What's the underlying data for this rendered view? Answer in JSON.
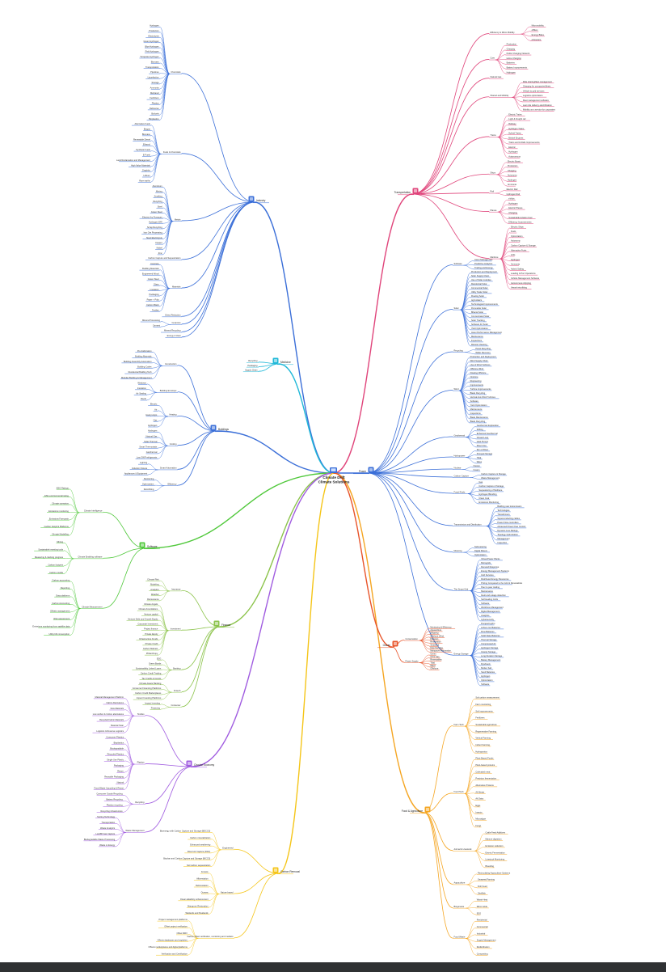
{
  "center": {
    "line1": "Climate Drift",
    "line2": "Climate Solutions"
  },
  "colors": {
    "transportation": "#e0457b",
    "power": "#3b6fd8",
    "industry": "#3b6fd8",
    "buildings": "#3b6fd8",
    "food": "#f5a623",
    "ocean": "#e8542a",
    "software": "#4fc83a",
    "finance": "#8bc34a",
    "medicine": "#20b8d8",
    "circular": "#a05ce0",
    "carbon": "#f5c518",
    "center_icon": "#3b6fd8"
  },
  "branches": [
    {
      "id": "transportation",
      "label": "Transportation",
      "color": "#e0457b",
      "icon": "car-icon",
      "groups": [
        {
          "label": "Efficiency & Micro Mobility",
          "items": [
            "Micromobility",
            "eBikes",
            "Energy Bikes",
            "eScooters"
          ]
        },
        {
          "label": "Cars",
          "items": [
            "Production",
            "Charging",
            "Public Charging Network",
            "Home Charging",
            "Batteries",
            "Battery Improvements",
            "Hydrogen"
          ]
        },
        {
          "label": "Natural Gas",
          "items": []
        },
        {
          "label": "Shared and Mobility",
          "items": [
            "Ride sharing/fleet management",
            "Charging for companies/fleets",
            "Vehicle to grid services",
            "Logistics optimization",
            "Fleet management software",
            "Last mile delivery electrification",
            "Mobility as a service for corporates"
          ]
        },
        {
          "label": "Trains",
          "items": [
            "Electric Trains",
            "Light & Freight rail",
            "Railway",
            "Hydrogen Trains",
            "Hybrid Trains",
            "Biofuel Engines",
            "Trains and & Rails Improvements",
            "Electric",
            "Hydrogen",
            "Autonomous"
          ]
        },
        {
          "label": "Ships",
          "items": [
            "Electric Boats",
            "Production",
            "Charging",
            "Autonomy",
            "Hydrogen",
            "Ammonia"
          ]
        },
        {
          "label": "Rail",
          "items": [
            "Electric Rail",
            "Hydrogen Rail"
          ]
        },
        {
          "label": "Planes",
          "items": [
            "eVtols",
            "Hydrogen",
            "Electric Planes",
            "Charging",
            "Sustainable Aviation Fuel",
            "Efficiency Improvements"
          ]
        },
        {
          "label": "Maritime",
          "items": [
            "Electric Ships",
            "Fuels",
            "Optimization",
            "Autonomy",
            "Carbon Capture & Storage",
            "Alternative Fuels",
            "LNG",
            "Hydrogen",
            "Ammonia",
            "Hybrid Sailing",
            "Loading & Port Operations",
            "Vehicle Management Software",
            "Autonomous shipping",
            "Vessel retrofitting"
          ]
        }
      ]
    },
    {
      "id": "power",
      "label": "Power",
      "color": "#3b6fd8",
      "icon": "bolt-icon",
      "groups": [
        {
          "label": "Software",
          "items": [
            "Asset Management",
            "Predictive Analytics",
            "Trading and Energy"
          ]
        },
        {
          "label": "Solar",
          "items": [
            "Production and Deployment",
            "Solar Supply Chain",
            "Use of Solar modules",
            "Residential Solar",
            "Commercial Solar",
            "Utility Scale Solar",
            "Floating Solar",
            "Agrivoltaics",
            "Technological Improvements",
            "Perovskite Solar",
            "Bifacial Solar",
            "Concentrated Solar",
            "Solar Tracking",
            "Software for Solar",
            "Yield Optimization",
            "Asset Performance Management",
            "Maintenance",
            "Inspections",
            "Robotic Cleaning"
          ]
        },
        {
          "label": "Recycling",
          "items": [
            "Panel Recycling",
            "Wafer Recovery"
          ]
        },
        {
          "label": "Wind",
          "items": [
            "Production and Deployment",
            "Wind Supply Chain",
            "Use of Wind Turbines",
            "Offshore Wind",
            "Floating Offshore",
            "Onshore",
            "Repowering",
            "Improvements",
            "Turbine Improvements",
            "Blade Recycling",
            "Vertical Axis Wind Turbines",
            "Software",
            "Yield Optimization",
            "Maintenance",
            "Inspections",
            "Blade Maintenance",
            "Blade Recycling"
          ]
        },
        {
          "label": "Geothermal",
          "items": [
            "Geothermal Exploration",
            "Drilling",
            "Enhanced Geothermal",
            "Closed Loop",
            "Heat Pumps",
            "Direct Use"
          ]
        },
        {
          "label": "Hydropower",
          "items": [
            "Run of River",
            "Pumped Storage",
            "Tidal",
            "Wave"
          ]
        },
        {
          "label": "Nuclear",
          "items": [
            "Fission",
            "Fusion"
          ]
        },
        {
          "label": "Carbon Capture",
          "items": [
            "Carbon Capture & Storage",
            "Waste Management"
          ]
        },
        {
          "label": "Fossil Fuels",
          "items": [
            "Gas",
            "Carbon Capture & Storage",
            "Sequestering of Methane",
            "Hydrogen Blending",
            "Clean Coal",
            "Emissions Monitoring"
          ]
        },
        {
          "label": "Transmission and Distribution",
          "items": [
            "Building new transmission",
            "Technologies",
            "Transformers",
            "Superconducting cables",
            "Power Flow controllers",
            "Advanced Power Flow Control",
            "Dynamic Line Ratings",
            "Topology Optimization",
            "Management",
            "Inspection"
          ]
        },
        {
          "label": "Metering",
          "items": [
            "Submetering",
            "Digital Meters",
            "Optimization"
          ]
        },
        {
          "label": "The Smart Grid",
          "items": [
            "Virtual Power Plants",
            "Microgrids",
            "Demand Response",
            "Energy Management Systems",
            "Grid Services",
            "Distributed Energy Resources",
            "Pricing Compared to the Grid & Renewables",
            "Peer to peer trading",
            "Maintenance",
            "Fault and outage detection",
            "Self Healing Grids",
            "Software",
            "Workforce Management",
            "Digital Management",
            "Analytics",
            "Cybersecurity"
          ]
        },
        {
          "label": "Energy Storage",
          "items": [
            "Pumped Hydro",
            "Lithium Ion Batteries",
            "Flow Batteries",
            "Solid State Batteries",
            "Thermal Storage",
            "Compressed Air",
            "Hydrogen Storage",
            "Gravity Storage",
            "Long Duration Storage",
            "Battery Management",
            "Flywheels",
            "Molten Salt",
            "Sand Batteries",
            "Hydrogen",
            "Optimization",
            "Software"
          ]
        }
      ]
    },
    {
      "id": "industry",
      "label": "Industry",
      "color": "#3b6fd8",
      "icon": "factory-icon",
      "groups": [
        {
          "label": "Chemicals",
          "items": [
            "Hydrogen",
            "Production",
            "Electrolysis",
            "Green Hydrogen",
            "Blue Hydrogen",
            "Pink Hydrogen",
            "Turquoise Hydrogen",
            "Biomass",
            "Transportation",
            "Pipelines",
            "Liquefaction",
            "Storage",
            "Ammonia",
            "Methanol",
            "Fertilizers",
            "Plastics",
            "Refineries",
            "Biofuels",
            "Bioplastics"
          ]
        },
        {
          "label": "Fuels & Chemicals",
          "items": [
            "Alternative Fuels",
            "Biogas",
            "Biomass",
            "Renewable Diesel",
            "Ethanol",
            "Synthetic Fuels",
            "E-Fuels",
            "Land Reclamation and Management",
            "High Value Materials",
            "Graphite",
            "Lithium",
            "Rare earths"
          ]
        },
        {
          "label": "Metals",
          "items": [
            "Aluminium",
            "Mining",
            "Smelting",
            "Recycling",
            "Steel",
            "Green Steel",
            "Electric Arc Furnaces",
            "Hydrogen DRI",
            "Scrap Recycling",
            "Iron Ore Processing",
            "Steel Electrolysis",
            "Copper",
            "Nickel",
            "Zinc"
          ]
        },
        {
          "label": "Carbon Capture and Sequestration",
          "items": []
        },
        {
          "label": "Materials",
          "items": [
            "Concrete",
            "Building Materials",
            "Engineered Wood",
            "Green Steel",
            "Glass",
            "Insulation",
            "Packaging",
            "Paper + Pulp",
            "Carbon Black",
            "Textiles"
          ]
        },
        {
          "label": "Direct Reduction",
          "items": []
        },
        {
          "label": "Ceramics",
          "items": [
            "Mineral Processing",
            "Cement"
          ]
        },
        {
          "label": "Mineral Recycling",
          "items": []
        },
        {
          "label": "Energy & Heat",
          "items": []
        }
      ]
    },
    {
      "id": "medicine",
      "label": "Medicine",
      "color": "#20b8d8",
      "icon": "medicine-icon",
      "groups": [
        {
          "label": "Recycling",
          "items": []
        },
        {
          "label": "Packaging",
          "items": []
        },
        {
          "label": "Supply Chain",
          "items": []
        }
      ]
    },
    {
      "id": "buildings",
      "label": "Buildings",
      "color": "#3b6fd8",
      "icon": "building-icon",
      "groups": [
        {
          "label": "Construction",
          "items": [
            "Pre-Fabrication",
            "Building Materials",
            "Building Assembly Automation",
            "Building Codes",
            "Residential Building Tech",
            "Modular Building & Management"
          ]
        },
        {
          "label": "Building Envelope",
          "items": [
            "Windows",
            "Insulation",
            "Air Sealing",
            "Roofs"
          ]
        },
        {
          "label": "Heating",
          "items": [
            "Electric",
            "Air",
            "Heat pumps",
            "Gas",
            "Hydrogen"
          ]
        },
        {
          "label": "Cooling",
          "items": [
            "Hydrogen",
            "Natural Gas",
            "Solar Thermal",
            "Smart Thermostats",
            "Geothermal",
            "Low GWP refrigerants"
          ]
        },
        {
          "label": "Smart Automation",
          "items": [
            "Lighting",
            "Induction Stoves",
            "Appliances & Equipment"
          ]
        },
        {
          "label": "Efficiency",
          "items": [
            "Monitoring",
            "Optimization",
            "Retrofitting"
          ]
        }
      ]
    },
    {
      "id": "software",
      "label": "Software",
      "color": "#4fc83a",
      "icon": "laptop-icon",
      "groups": [
        {
          "label": "Climate Intelligence",
          "items": [
            "ESG Ratings",
            "ESG environmental rating",
            "Climate scenarios",
            "Emissions monitoring",
            "Emissions Forecasts",
            "Carbon footprint Platforms",
            "Climate Modelling"
          ]
        },
        {
          "label": "Climate Enabling software",
          "items": [
            "Mining",
            "Sustainable investing tools",
            "Measuring & tracking progress",
            "Carbon footprint",
            "Carbon credits"
          ]
        },
        {
          "label": "Climate Measurement",
          "items": [
            "Carbon accounting",
            "Reporting",
            "Data platforms",
            "Carbon Accounting",
            "Offsets management",
            "Risk assessment",
            "Emissions monitoring from satellite data",
            "Utility bill consumption"
          ]
        }
      ]
    },
    {
      "id": "finance",
      "label": "Finance",
      "color": "#8bc34a",
      "icon": "finance-icon",
      "groups": [
        {
          "label": "Insurance",
          "items": [
            "Climate Risk",
            "Modeling",
            "Analytics",
            "Weather",
            "Reinsurance"
          ]
        },
        {
          "label": "Investment",
          "items": [
            "Climate Angels",
            "Climate Foundations",
            "Venture capital",
            "Venture Debt and Growth Equity",
            "Corporate Investment",
            "Project finance",
            "Private Equity",
            "Infrastructure Funds",
            "Private Credit",
            "Carbon Markets",
            "Philanthropy"
          ]
        },
        {
          "label": "Banking",
          "items": [
            "ESG",
            "Green Bonds",
            "Sustainability Linked Loans",
            "Carbon Credit Trading",
            "Tax Credits & Grants"
          ]
        },
        {
          "label": "Fintech",
          "items": [
            "Climate-Aware Banking",
            "Consumer Financing Platforms",
            "Carbon Credit Marketplaces",
            "Impact Investing Platforms"
          ]
        },
        {
          "label": "Consumer",
          "items": [
            "Impact Investing",
            "Financing"
          ]
        }
      ]
    },
    {
      "id": "circular",
      "label": "Circular Economy",
      "color": "#a05ce0",
      "icon": "recycle-icon",
      "groups": [
        {
          "label": "Textiles",
          "items": [
            "Material Management Platform",
            "Fabric Alternatives",
            "New Materials",
            "Low carbon & Cotton alternatives",
            "Recycled Fabric Materials",
            "Material Scan",
            "Logistics & Reverse Logistics"
          ]
        },
        {
          "label": "Plastics",
          "items": [
            "Consumer Plastics",
            "Bioplastics",
            "Biodegradable",
            "Recycled Plastics",
            "Single Use Plastic",
            "Packaging",
            "Return",
            "Reusable Packaging",
            "Natural",
            "Food Waste Upcycling & Reuse"
          ]
        },
        {
          "label": "Recycling",
          "items": [
            "Consumer Goods Recycling",
            "Battery Recycling",
            "Plastics recycling",
            "Recycling infrastructure"
          ]
        },
        {
          "label": "Waste Management",
          "items": [
            "Sorting Technology",
            "Transportation",
            "Waste Analytics",
            "Landfill Gas Capture",
            "Biodegradable Waste Processing",
            "Waste to Energy"
          ]
        }
      ]
    },
    {
      "id": "carbon",
      "label": "Carbon Removal",
      "color": "#f5c518",
      "icon": "carbon-icon",
      "groups": [
        {
          "label": "Engineered",
          "items": [
            "Bioenergy with Carbon Capture and Storage (BECCS)",
            "Carbon mineralization",
            "Enhanced weathering",
            "Direct Air Capture (DAC)",
            "Biochar and Carbon Capture and Storage (BiCCS)",
            "Soil carbon sequestration"
          ]
        },
        {
          "label": "Nature based",
          "items": [
            "Forests",
            "Afforestation",
            "Reforestation",
            "Oceans",
            "Ocean alkalinity enhancement",
            "Mangrove Restoration",
            "Wetlands and Peatlands"
          ]
        },
        {
          "label": "Carbon offset verification, monitoring and markets",
          "items": [
            "Project management platforms",
            "Offset project verification",
            "Offset MRV",
            "Offsets databases and registries",
            "Offsets marketplaces and digital platforms",
            "Verification and Certification"
          ]
        }
      ]
    },
    {
      "id": "food",
      "label": "Food & Agriculture",
      "color": "#f5a623",
      "icon": "plant-icon",
      "groups": [
        {
          "label": "Farm Tech",
          "items": [
            "Soil carbon measurement",
            "Farm monitoring",
            "Soil improvements",
            "Fertilizers",
            "Sustainable agriculture",
            "Regenerative Farming",
            "Vertical Farming",
            "Indoor Farming",
            "Hydroponics"
          ]
        },
        {
          "label": "Food Tech",
          "items": [
            "Plant-Based Foods",
            "Plant-based proteins",
            "Cultivated meat",
            "Precision fermentation",
            "Alternative Proteins",
            "Alt Meats",
            "Alt Dairy",
            "Eggs",
            "Insects",
            "Microalgae",
            "Fungi"
          ]
        },
        {
          "label": "Animal & Livestock",
          "items": [
            "Cattle Feed Additives",
            "Manure digestion",
            "Emission reduction",
            "Enteric Fermentation",
            "Livestock Monitoring",
            "Breeding"
          ]
        },
        {
          "label": "Aquaculture",
          "items": [
            "Recirculating Aquaculture Systems",
            "Seaweed Farming",
            "Fish Feed",
            "Shellfish"
          ]
        },
        {
          "label": "Biogenesis",
          "items": [
            "Waste Heat",
            "Micro Grids",
            "ESG"
          ]
        },
        {
          "label": "Food Waste",
          "items": [
            "Residential",
            "Commercial",
            "Industrial",
            "Supply Management",
            "Redistribution",
            "Composting"
          ]
        }
      ]
    },
    {
      "id": "ocean",
      "label": "Ocean",
      "color": "#e8542a",
      "icon": "wave-icon",
      "groups": [
        {
          "label": "Conservation",
          "items": [
            "Monitoring & Efficiency",
            "Aquaculture",
            "Shipping",
            "Offshore Wind",
            "Pollution",
            "Restoration",
            "Seaweed",
            "Kelp Farming",
            "Mangrove Restoration"
          ]
        },
        {
          "label": "Power Supply",
          "items": [
            "Green",
            "Oil & Gas",
            "Renewables",
            "Tidal",
            "Wave",
            "Offshore"
          ]
        }
      ]
    }
  ]
}
